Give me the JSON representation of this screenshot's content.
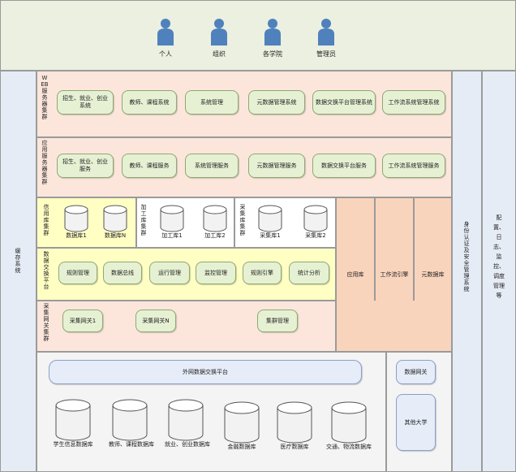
{
  "users": [
    "个人",
    "组织",
    "各学院",
    "管理员"
  ],
  "left_label": "缓存系统",
  "right_label_1": "身份认证及安全管理系统",
  "right_label_2": "配置、日志、监控、调度管理等",
  "web_layer": {
    "label": "WEB服务器集群",
    "items": [
      "招生、就业、创业系统",
      "教师、课程系统",
      "系统管理",
      "元数据管理系统",
      "数据交换平台管理系统",
      "工作流系统管理系统"
    ]
  },
  "app_layer": {
    "label": "应用服务器集群",
    "items": [
      "招生、就业、创业服务",
      "教师、课程服务",
      "系统管理服务",
      "元数据管理服务",
      "数据交换平台服务",
      "工作流系统管理服务"
    ]
  },
  "db_cluster": {
    "label": "信用库集群",
    "items": [
      "数据库1",
      "数据库N"
    ]
  },
  "proc_cluster": {
    "label": "加工库集群",
    "items": [
      "加工库1",
      "加工库2"
    ]
  },
  "collect_cluster": {
    "label": "采集库集群",
    "items": [
      "采集库1",
      "采集库2"
    ]
  },
  "side_blocks": [
    "应用库",
    "工作流引擎",
    "元数据库"
  ],
  "exchange": {
    "label": "数据交换平台",
    "items": [
      "规则管理",
      "数据总线",
      "运行管理",
      "监控管理",
      "规则引擎",
      "统计分析"
    ]
  },
  "gateway": {
    "label": "采集网关集群",
    "items": [
      "采集网关1",
      "采集网关N",
      "集群管理"
    ]
  },
  "external_bar": "外网数据交换平台",
  "databases": [
    "学生信息数据库",
    "教师、课程数据库",
    "就业、创业数据库",
    "金融数据库",
    "医疗数据库",
    "交通、物流数据库"
  ],
  "data_gateway": "数据网关",
  "other_uni": "其他大学",
  "colors": {
    "top_band": "#ebf0e0",
    "peach": "#fce6dc",
    "yellow": "#ffffc4",
    "salmon": "#f9d4bc",
    "side_col": "#e6ecf5",
    "pill": "#e6f1d4",
    "user": "#4f81bd",
    "bottom": "#f4f4f4"
  }
}
